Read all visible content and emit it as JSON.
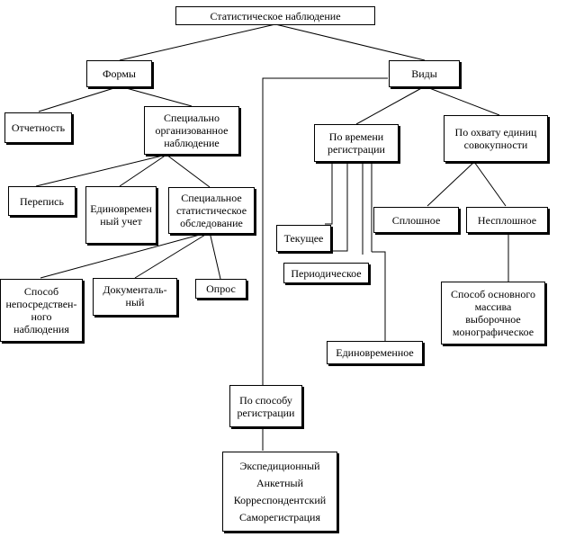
{
  "diagram": {
    "root": "Статистическое наблюдение",
    "forms": {
      "label": "Формы",
      "reporting": "Отчетность",
      "special_organized": "Специально\nорганизованное\nнаблюдение",
      "census": "Перепись",
      "one_time_record": "Единовремен\nный учет",
      "special_survey": "Специальное\nстатистическое\nобследование",
      "direct_observation": "Способ\nнепосредствен-\nного\nнаблюдения",
      "documentary": "Документаль-\nный",
      "poll": "Опрос"
    },
    "types": {
      "label": "Виды",
      "by_time": "По времени\nрегистрации",
      "current": "Текущее",
      "periodic": "Периодическое",
      "one_time": "Единовременное",
      "by_coverage": "По охвату единиц\nсовокупности",
      "continuous": "Сплошное",
      "non_continuous": "Несплошное",
      "methods": "Способ основного\nмассива\nвыборочное\nмонографическое"
    },
    "registration": {
      "label": "По способу\nрегистрации",
      "methods": [
        "Экспедиционный",
        "Анкетный",
        "Корреспондентский",
        "Саморегистрация"
      ]
    }
  }
}
